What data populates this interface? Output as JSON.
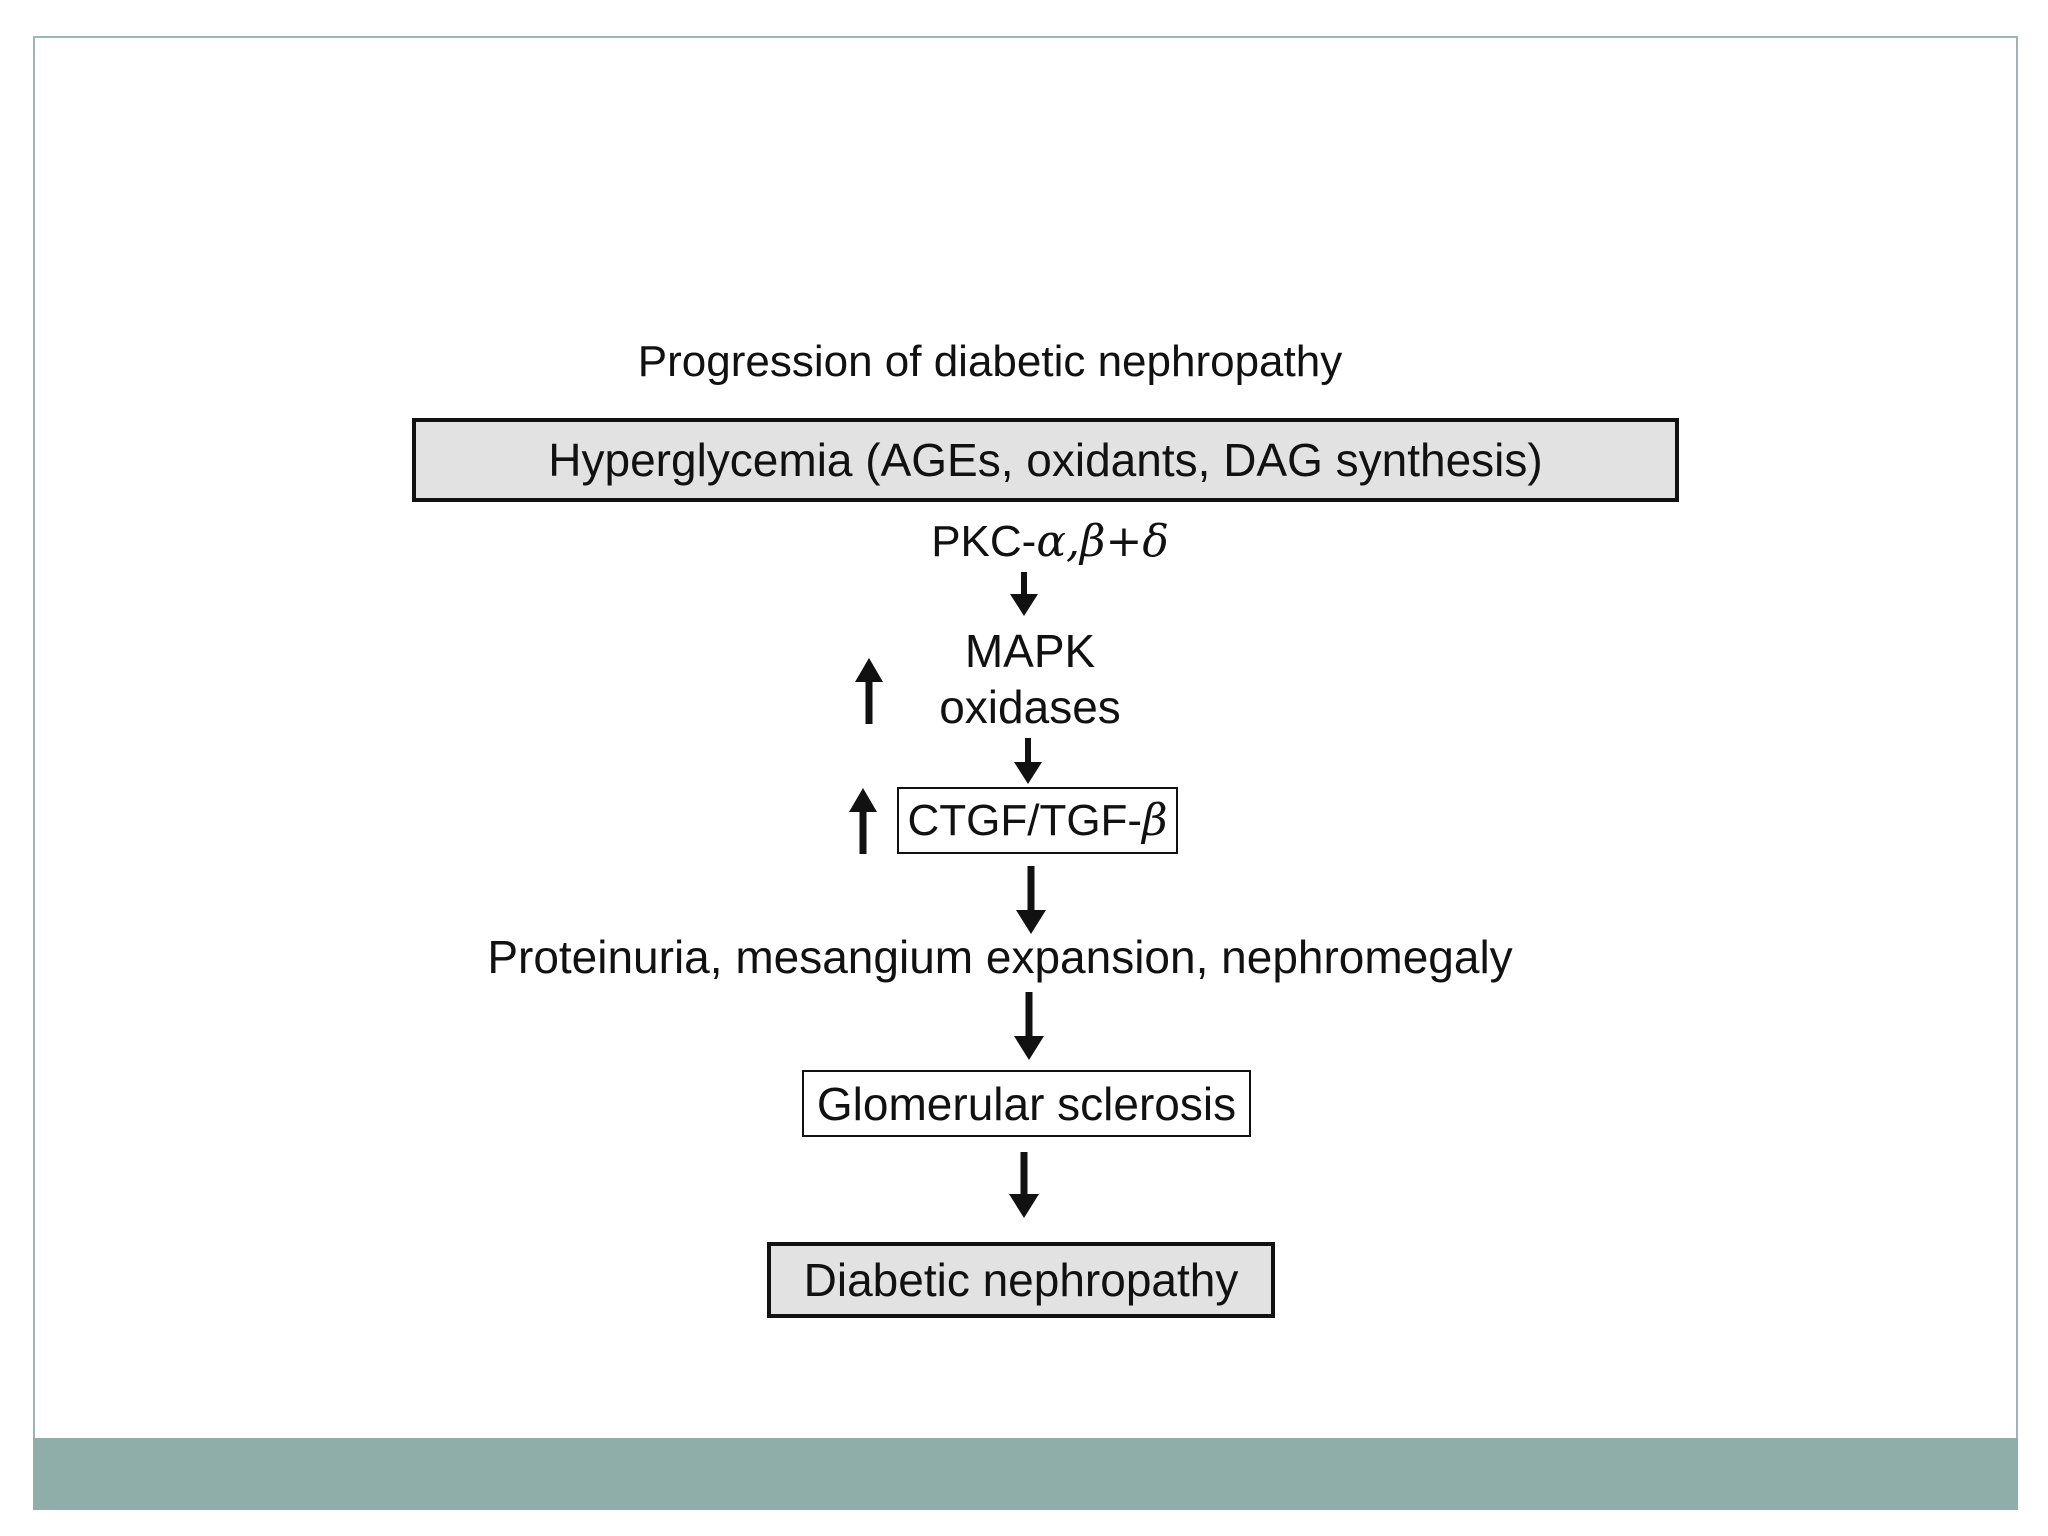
{
  "diagram": {
    "title": "Progression of diabetic nephropathy",
    "hyperglycemia_box": "Hyperglycemia (AGEs, oxidants, DAG synthesis)",
    "pkc_label": {
      "prefix": "PKC-",
      "greek": "α,β+δ"
    },
    "mapk_label": "MAPK",
    "oxidases_label": "oxidases",
    "ctgf_box": {
      "prefix": "CTGF/TGF-",
      "greek": "β"
    },
    "proteinuria_label": "Proteinuria, mesangium expansion, nephromegaly",
    "glomerular_box": "Glomerular sclerosis",
    "nephropathy_box": "Diabetic nephropathy"
  },
  "colors": {
    "footer_band": "#8faeaa",
    "frame_border": "#9fb5b3",
    "box_fill_shaded": "#e2e2e2",
    "ink": "#111111"
  },
  "icons": {
    "flow_arrow": "arrow-down-icon",
    "increase_marker": "arrow-up-icon"
  }
}
